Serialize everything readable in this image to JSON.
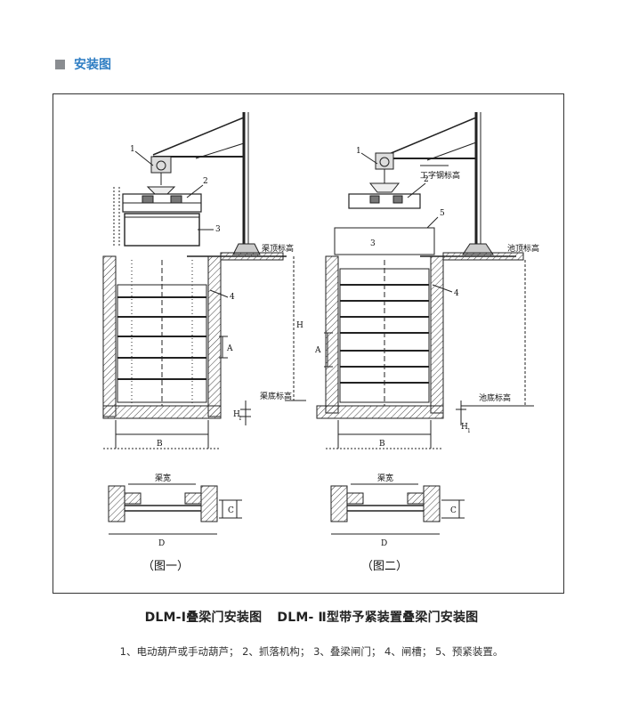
{
  "header": {
    "title": "安装图",
    "icon": "gray-square-icon"
  },
  "diagram": {
    "fig1": {
      "labels": {
        "c1": "1",
        "c2": "2",
        "c3": "3",
        "c4": "4"
      },
      "top_elev": "渠顶标高",
      "bottom_elev": "渠底标高",
      "h_label": "H",
      "h1_label": "H",
      "h1_sub": "1",
      "a_label": "A",
      "b_label": "B",
      "plan_width": "渠宽",
      "c_label": "C",
      "d_label": "D",
      "fig_label": "（图一）"
    },
    "fig2": {
      "labels": {
        "c1": "1",
        "c2": "2",
        "c3": "3",
        "c4": "4",
        "c5": "5"
      },
      "beam_label": "工字钢标高",
      "top_elev": "池顶标高",
      "bottom_elev": "池底标高",
      "a_label": "A",
      "b_label": "B",
      "h1_label": "H",
      "h1_sub": "1",
      "plan_width": "渠宽",
      "c_label": "C",
      "d_label": "D",
      "fig_label": "（图二）"
    }
  },
  "caption": {
    "left": "DLM-Ⅰ叠梁门安装图",
    "right": "DLM- Ⅱ型带予紧装置叠梁门安装图"
  },
  "legend": "1、电动葫芦或手动葫芦；  2、抓落机构；  3、叠梁闸门；  4、闸槽；  5、预紧装置。"
}
